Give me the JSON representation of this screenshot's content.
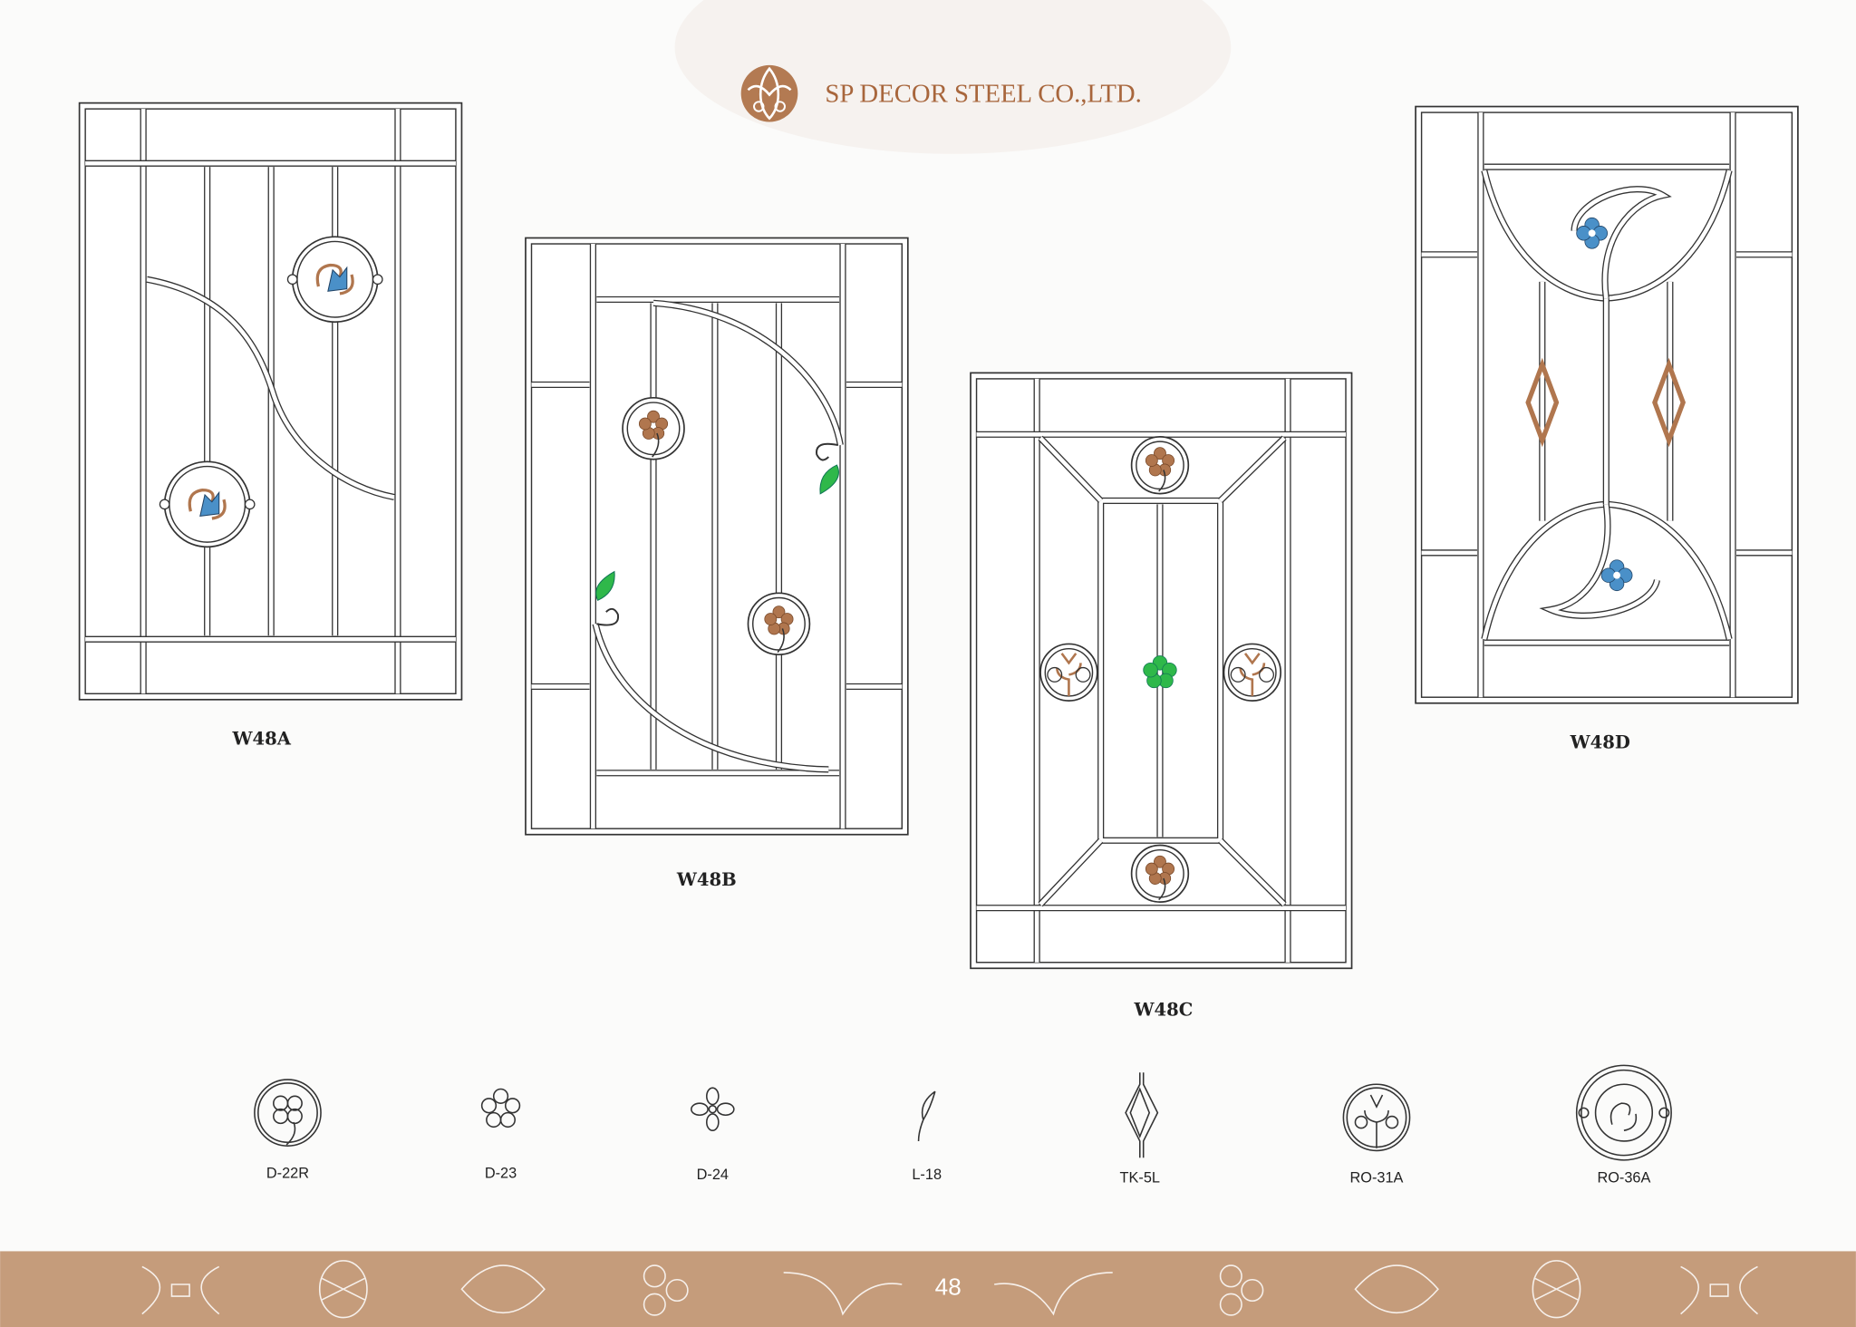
{
  "header": {
    "company": "SP DECOR STEEL CO.,LTD."
  },
  "designs": [
    {
      "code": "W48A"
    },
    {
      "code": "W48B"
    },
    {
      "code": "W48C"
    },
    {
      "code": "W48D"
    }
  ],
  "parts": [
    {
      "code": "D-22R"
    },
    {
      "code": "D-23"
    },
    {
      "code": "D-24"
    },
    {
      "code": "L-18"
    },
    {
      "code": "TK-5L"
    },
    {
      "code": "RO-31A"
    },
    {
      "code": "RO-36A"
    }
  ],
  "footer": {
    "page_number": "48"
  },
  "colors": {
    "copper": "#b0764e",
    "band": "#c59c7b",
    "blue": "#4a90c8",
    "green": "#2fb84a",
    "line": "#333333"
  }
}
